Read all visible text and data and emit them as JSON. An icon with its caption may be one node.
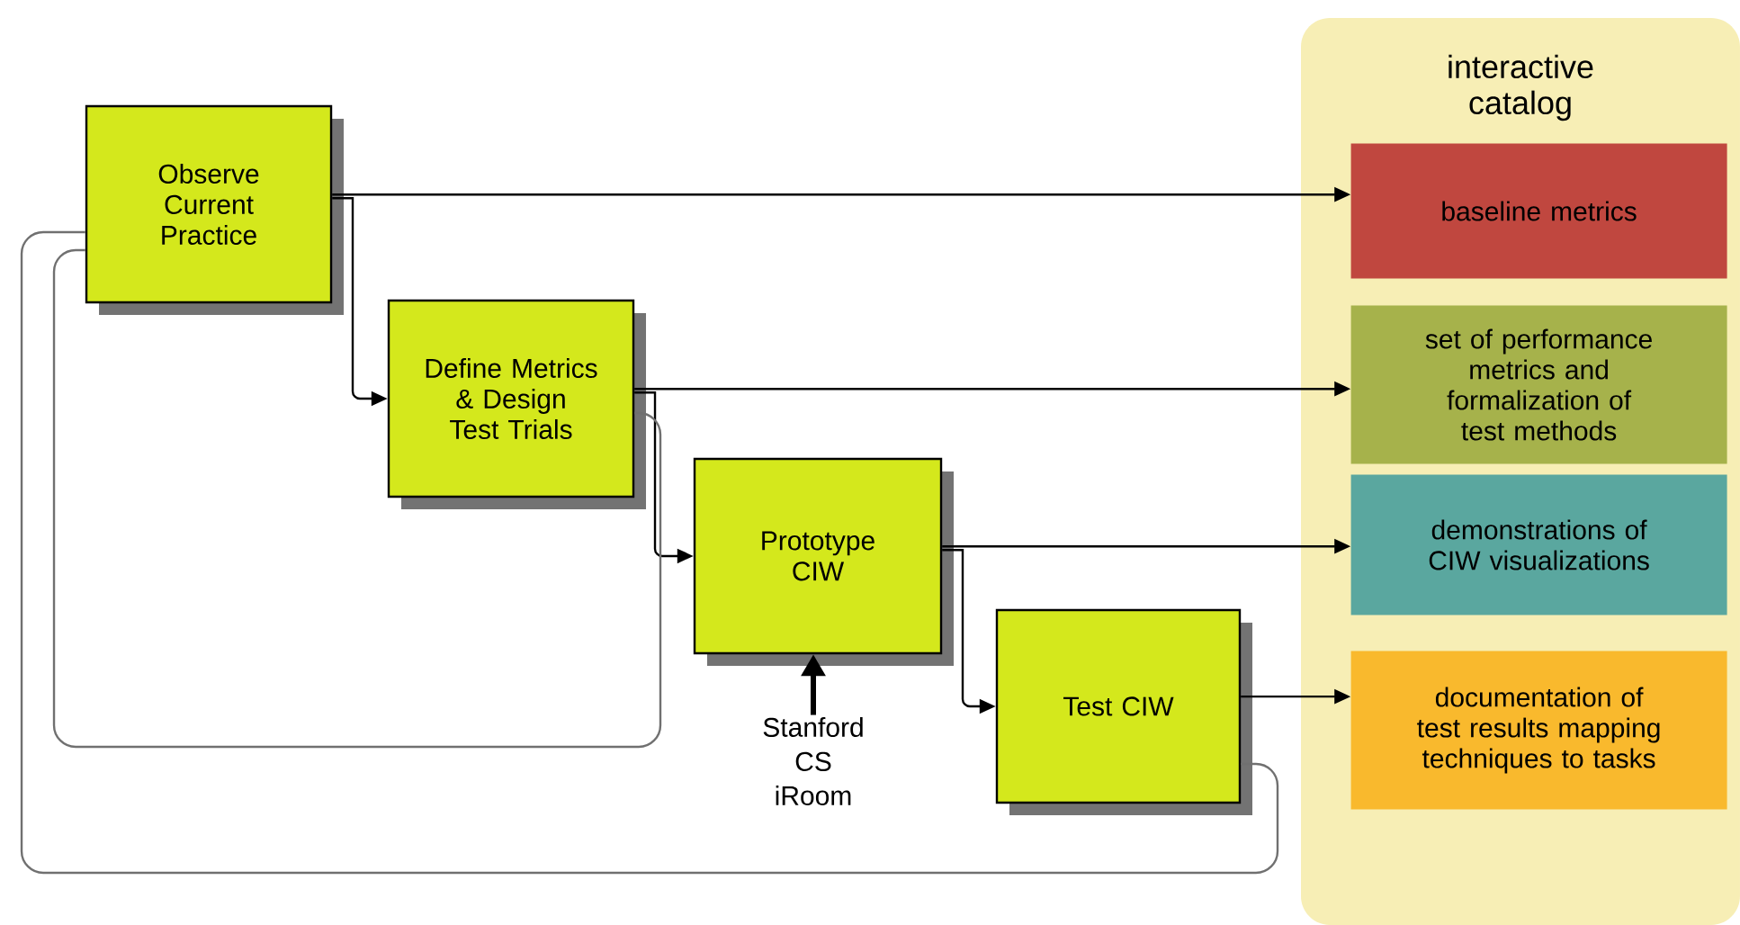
{
  "diagram": {
    "nodes": [
      {
        "text": [
          "Observe Current Practice"
        ]
      },
      {
        "text": [
          "Define Metrics & Design Test Trials"
        ]
      },
      {
        "text": [
          "Prototype CIW"
        ]
      },
      {
        "text": [
          "Test CIW"
        ]
      },
      {
        "text": [
          "Stanford CS iRoom"
        ]
      },
      {
        "text": [
          "interactive catalog"
        ]
      },
      {
        "text": [
          "baseline metrics"
        ],
        "in": 5
      },
      {
        "text": [
          "set of performance metrics and formalization of test methods"
        ],
        "in": 5
      },
      {
        "text": [
          "demonstrations of CIW visualizations"
        ],
        "in": 5
      },
      {
        "text": [
          "documentation of test results mapping techniques to tasks"
        ],
        "in": 5
      }
    ],
    "edges": [
      {
        "from": 0,
        "to": 1,
        "arrow": "to"
      },
      {
        "from": 0,
        "to": 6,
        "arrow": "to"
      },
      {
        "from": 1,
        "to": 2,
        "arrow": "to"
      },
      {
        "from": 1,
        "to": 7,
        "arrow": "to"
      },
      {
        "from": 2,
        "to": 3,
        "arrow": "to"
      },
      {
        "from": 2,
        "to": 8,
        "arrow": "to"
      },
      {
        "from": 3,
        "to": 9,
        "arrow": "to"
      },
      {
        "from": 4,
        "to": 2,
        "arrow": "to",
        "style": "thick"
      },
      {
        "from": 1,
        "to": 0,
        "arrow": "none",
        "color": "#707070"
      },
      {
        "from": 3,
        "to": 0,
        "arrow": "none",
        "color": "#707070"
      }
    ]
  }
}
